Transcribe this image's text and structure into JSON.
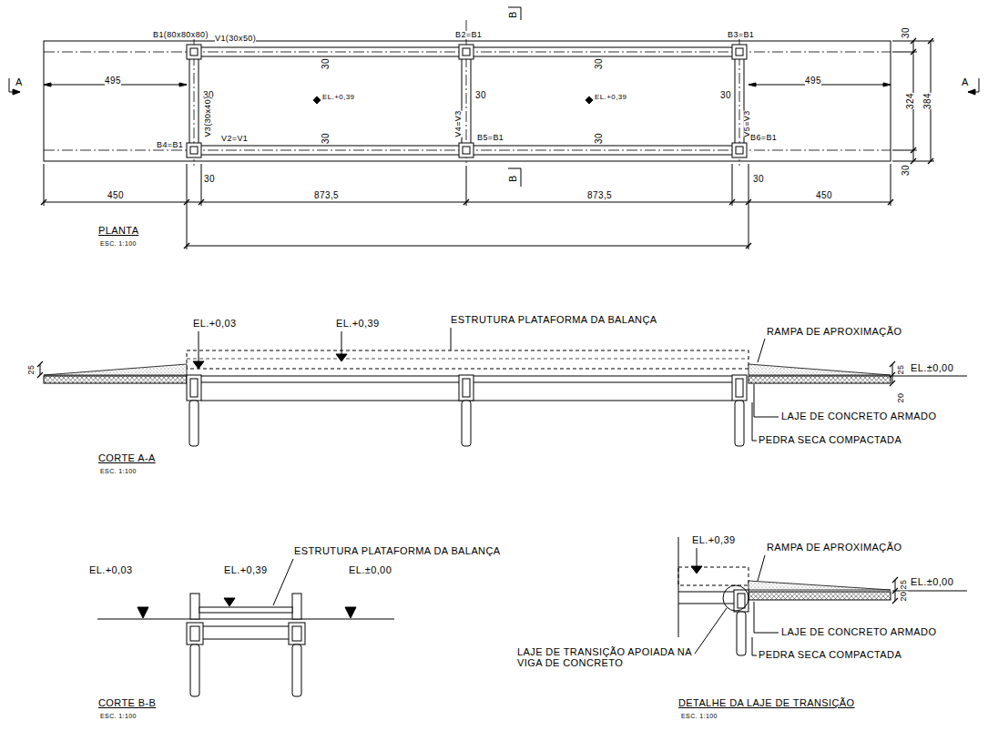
{
  "diagram": {
    "labels": [
      "B1(80x80x80)",
      "V1(30x50)",
      "B2=B1",
      "B3=B1",
      "30",
      "324",
      "384",
      "30",
      "495",
      "30",
      "30",
      "EL.+0,39",
      "EL.+0,39",
      "30",
      "V3(30x40)",
      "30",
      "V4=V3",
      "30",
      "V5=V3",
      "495",
      "B4=B1",
      "V2=V1",
      "30",
      "B5=B1",
      "30",
      "B6=B1",
      "30",
      "450",
      "873,5",
      "873,5",
      "30",
      "450",
      "A",
      "A",
      "B",
      "B",
      "PLANTA",
      "ESC. 1:100",
      "EL.+0,03",
      "EL.+0,39",
      "ESTRUTURA PLATAFORMA DA BALANÇA",
      "RAMPA DE APROXIMAÇÃO",
      "EL.±0,00",
      "25",
      "25",
      "20",
      "LAJE DE CONCRETO ARMADO",
      "PEDRA SECA COMPACTADA",
      "CORTE A-A",
      "ESC. 1:100",
      "EL.+0,03",
      "EL.+0,39",
      "ESTRUTURA PLATAFORMA DA BALANÇA",
      "EL.±0,00",
      "CORTE B-B",
      "ESC. 1:100",
      "EL.+0,39",
      "RAMPA DE APROXIMAÇÃO",
      "EL.±0,00",
      "25",
      "20",
      "LAJE DE CONCRETO ARMADO",
      "LAJE DE TRANSIÇÃO APOIADA NA VIGA DE CONCRETO",
      "PEDRA SECA COMPACTADA",
      "DETALHE DA LAJE DE TRANSIÇÃO",
      "ESC. 1:100"
    ]
  }
}
